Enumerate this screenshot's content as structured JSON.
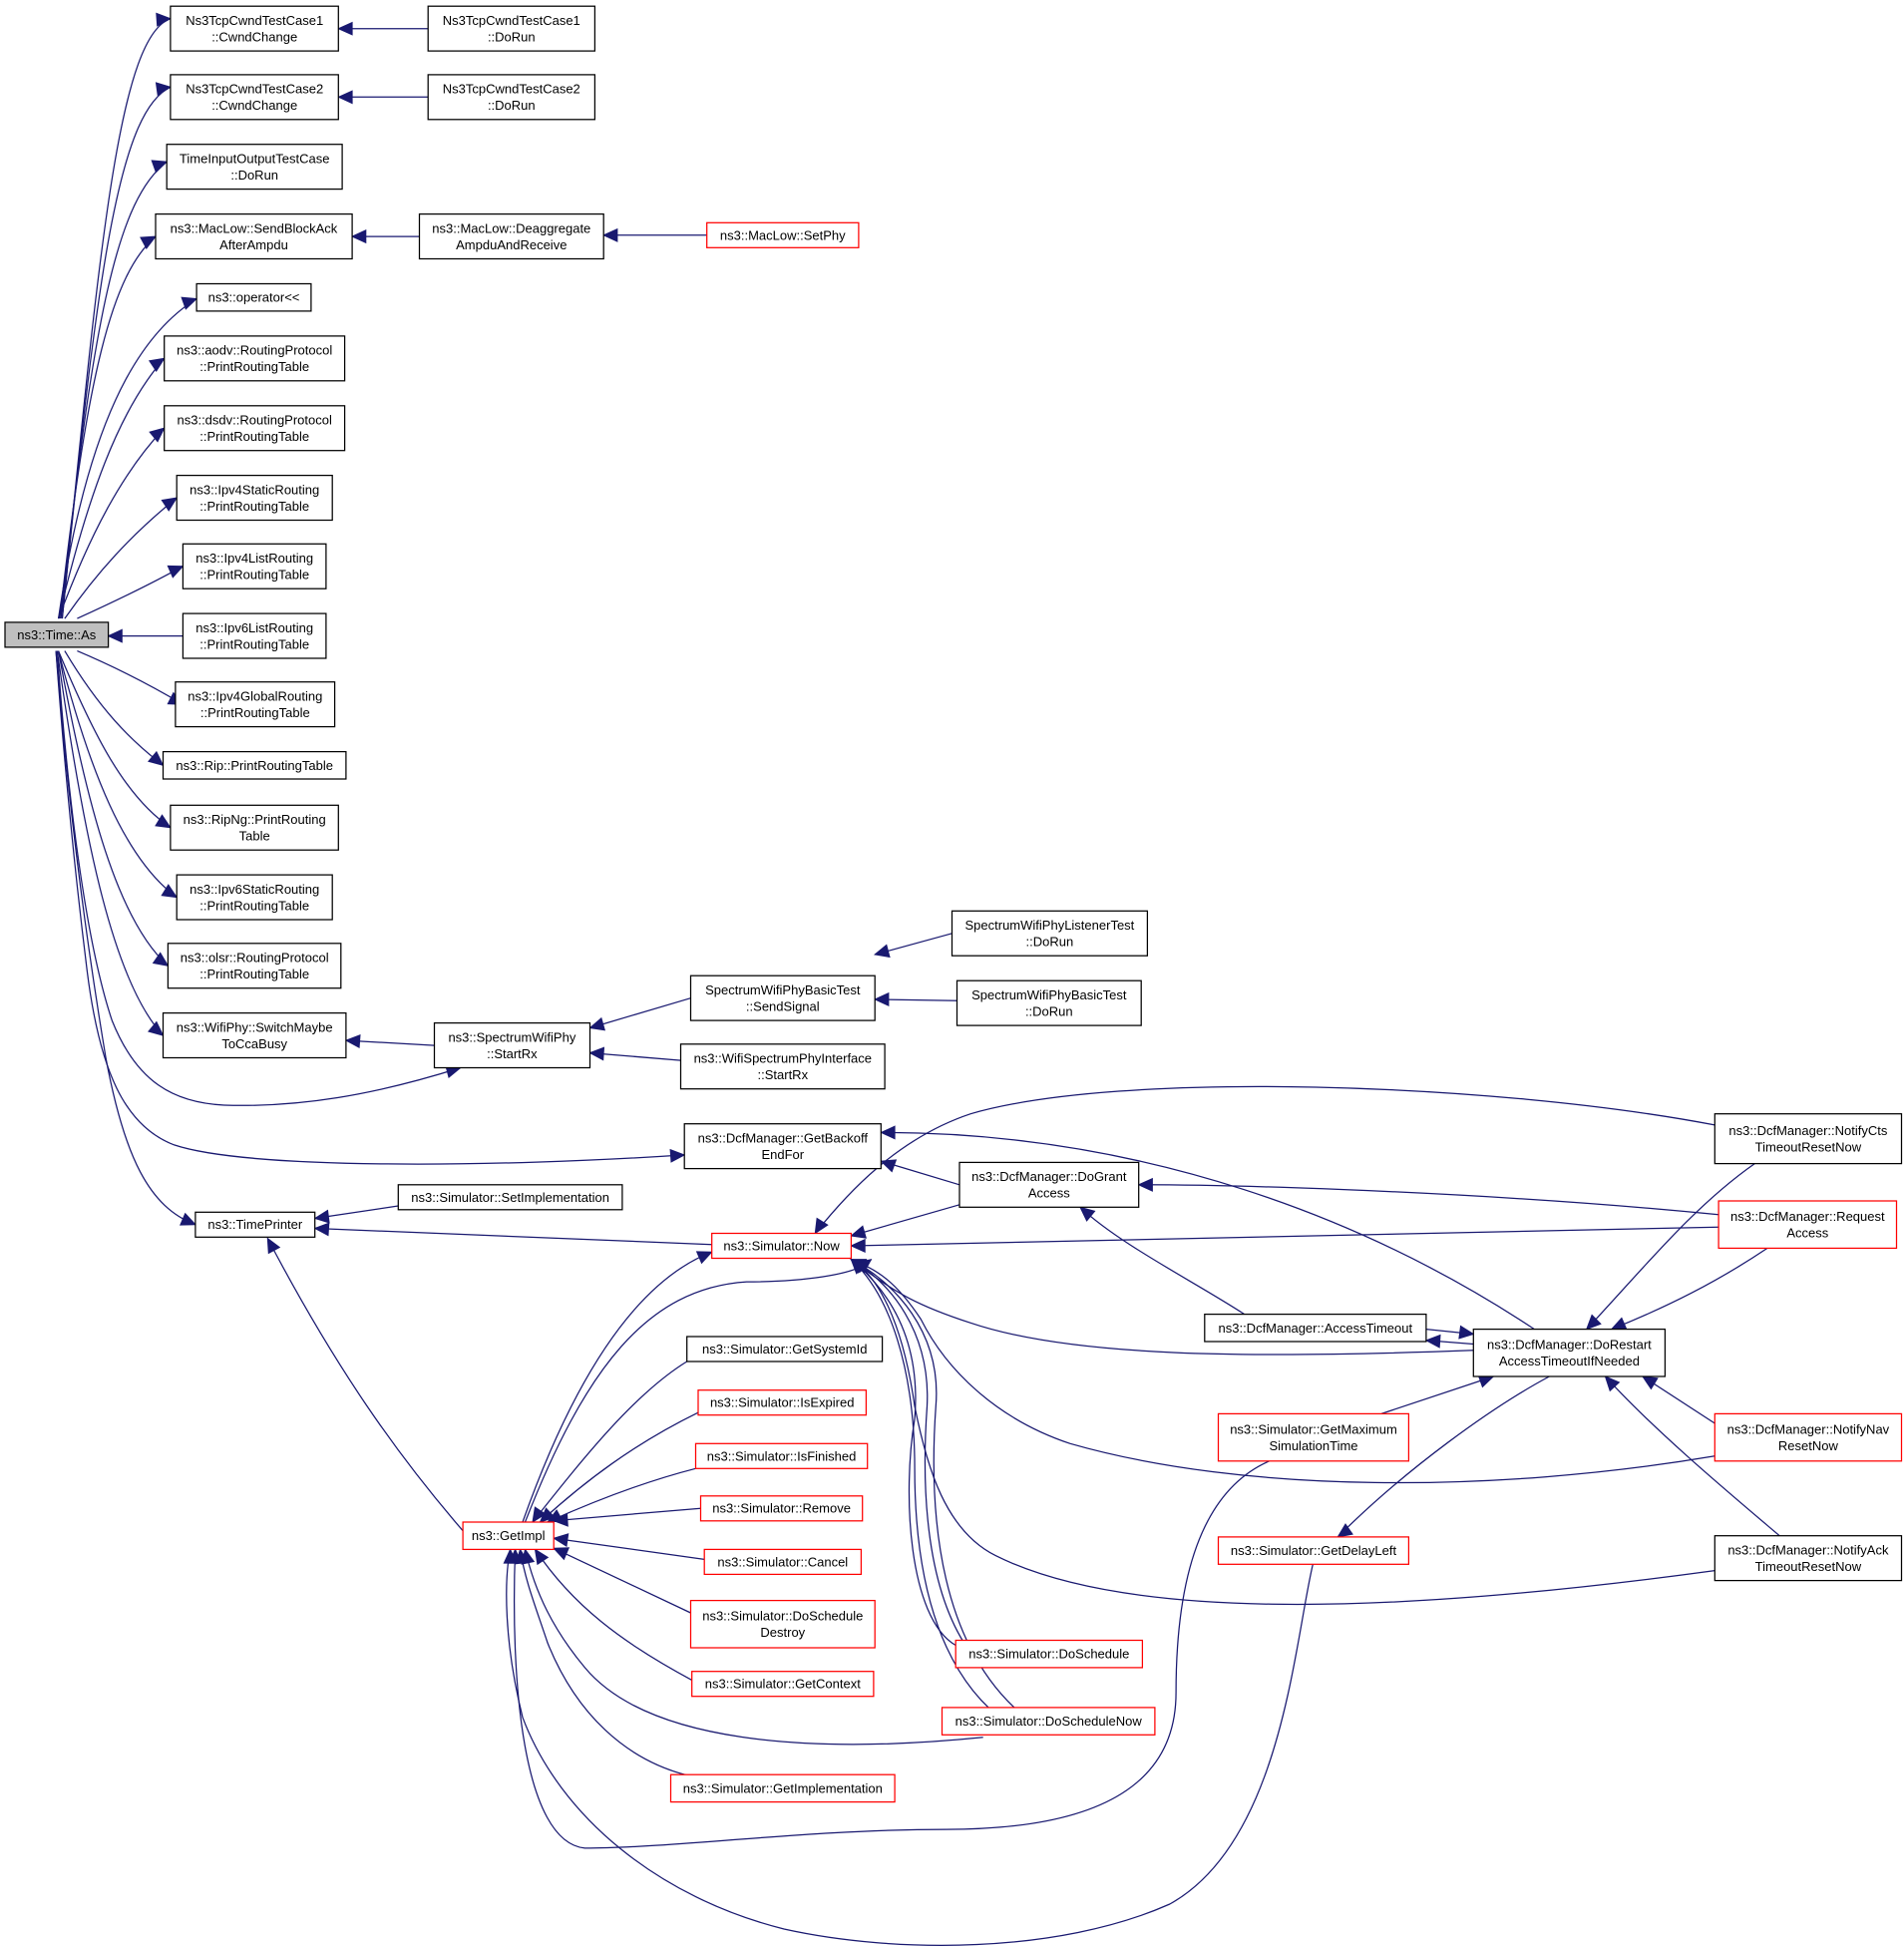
{
  "colors": {
    "edge": "#191970",
    "node_border": "#000000",
    "node_border_truncated": "#ff0000",
    "root_fill": "#bfbfbf"
  },
  "nodes": {
    "time_as": [
      "ns3::Time::As"
    ],
    "cwnd1": [
      "Ns3TcpCwndTestCase1",
      "::CwndChange"
    ],
    "cwnd1_run": [
      "Ns3TcpCwndTestCase1",
      "::DoRun"
    ],
    "cwnd2": [
      "Ns3TcpCwndTestCase2",
      "::CwndChange"
    ],
    "cwnd2_run": [
      "Ns3TcpCwndTestCase2",
      "::DoRun"
    ],
    "timeio": [
      "TimeInputOutputTestCase",
      "::DoRun"
    ],
    "sendblockack": [
      "ns3::MacLow::SendBlockAck",
      "AfterAmpdu"
    ],
    "deaggregate": [
      "ns3::MacLow::Deaggregate",
      "AmpduAndReceive"
    ],
    "setphy": [
      "ns3::MacLow::SetPhy"
    ],
    "operator": [
      "ns3::operator<<"
    ],
    "aodv": [
      "ns3::aodv::RoutingProtocol",
      "::PrintRoutingTable"
    ],
    "dsdv": [
      "ns3::dsdv::RoutingProtocol",
      "::PrintRoutingTable"
    ],
    "ipv4static": [
      "ns3::Ipv4StaticRouting",
      "::PrintRoutingTable"
    ],
    "ipv4list": [
      "ns3::Ipv4ListRouting",
      "::PrintRoutingTable"
    ],
    "ipv6list": [
      "ns3::Ipv6ListRouting",
      "::PrintRoutingTable"
    ],
    "ipv4global": [
      "ns3::Ipv4GlobalRouting",
      "::PrintRoutingTable"
    ],
    "rip": [
      "ns3::Rip::PrintRoutingTable"
    ],
    "ripng": [
      "ns3::RipNg::PrintRouting",
      "Table"
    ],
    "ipv6static": [
      "ns3::Ipv6StaticRouting",
      "::PrintRoutingTable"
    ],
    "olsr": [
      "ns3::olsr::RoutingProtocol",
      "::PrintRoutingTable"
    ],
    "switchmaybe": [
      "ns3::WifiPhy::SwitchMaybe",
      "ToCcaBusy"
    ],
    "spectrum_startrx": [
      "ns3::SpectrumWifiPhy",
      "::StartRx"
    ],
    "sendsignal": [
      "SpectrumWifiPhyBasicTest",
      "::SendSignal"
    ],
    "listener_run": [
      "SpectrumWifiPhyListenerTest",
      "::DoRun"
    ],
    "basic_run": [
      "SpectrumWifiPhyBasicTest",
      "::DoRun"
    ],
    "wifispectrum": [
      "ns3::WifiSpectrumPhyInterface",
      "::StartRx"
    ],
    "getbackoff": [
      "ns3::DcfManager::GetBackoff",
      "EndFor"
    ],
    "dogrant": [
      "ns3::DcfManager::DoGrant",
      "Access"
    ],
    "notifycts": [
      "ns3::DcfManager::NotifyCts",
      "TimeoutResetNow"
    ],
    "requestaccess": [
      "ns3::DcfManager::Request",
      "Access"
    ],
    "timeprinter": [
      "ns3::TimePrinter"
    ],
    "setimpl": [
      "ns3::Simulator::SetImplementation"
    ],
    "now": [
      "ns3::Simulator::Now"
    ],
    "accesstimeout": [
      "ns3::DcfManager::AccessTimeout"
    ],
    "dorestart": [
      "ns3::DcfManager::DoRestart",
      "AccessTimeoutIfNeeded"
    ],
    "getsystemid": [
      "ns3::Simulator::GetSystemId"
    ],
    "isexpired": [
      "ns3::Simulator::IsExpired"
    ],
    "isfinished": [
      "ns3::Simulator::IsFinished"
    ],
    "getmaximum": [
      "ns3::Simulator::GetMaximum",
      "SimulationTime"
    ],
    "notifynav": [
      "ns3::DcfManager::NotifyNav",
      "ResetNow"
    ],
    "getimpl": [
      "ns3::GetImpl"
    ],
    "remove": [
      "ns3::Simulator::Remove"
    ],
    "getdelayleft": [
      "ns3::Simulator::GetDelayLeft"
    ],
    "cancel": [
      "ns3::Simulator::Cancel"
    ],
    "notifyack": [
      "ns3::DcfManager::NotifyAck",
      "TimeoutResetNow"
    ],
    "doscheduledestroy": [
      "ns3::Simulator::DoSchedule",
      "Destroy"
    ],
    "doschedule": [
      "ns3::Simulator::DoSchedule"
    ],
    "getcontext": [
      "ns3::Simulator::GetContext"
    ],
    "doschedulenow": [
      "ns3::Simulator::DoScheduleNow"
    ],
    "getimplementation": [
      "ns3::Simulator::GetImplementation"
    ]
  }
}
